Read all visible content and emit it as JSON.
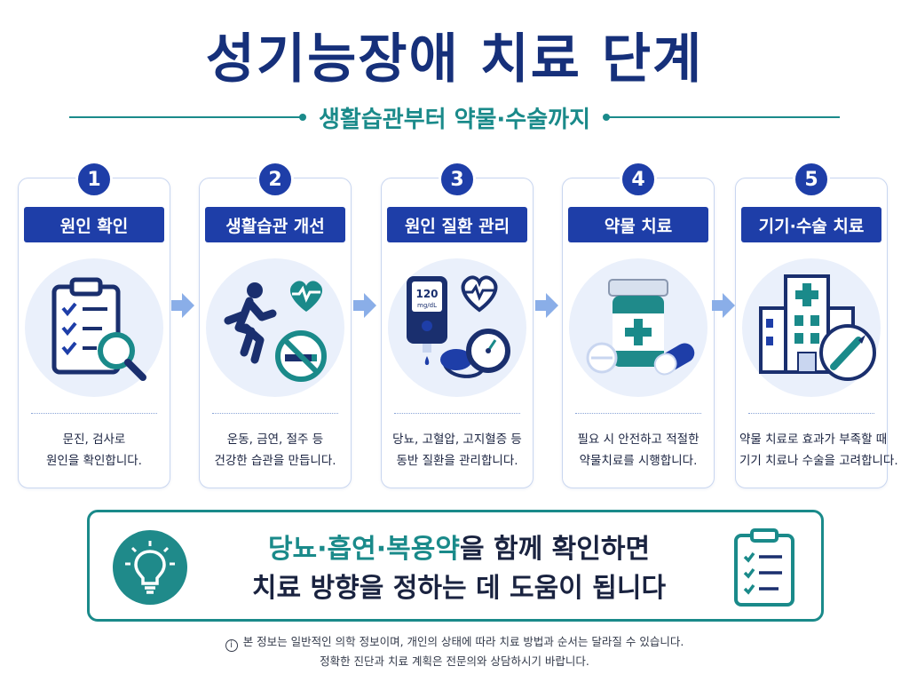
{
  "title": "성기능장애 치료 단계",
  "subtitle": "생활습관부터 약물·수술까지",
  "steps": [
    {
      "number": "1",
      "label": "원인 확인",
      "icon": "clipboard-magnifier-icon",
      "desc1": "문진, 검사로",
      "desc2": "원인을 확인합니다."
    },
    {
      "number": "2",
      "label": "생활습관 개선",
      "icon": "running-heart-no-smoking-icon",
      "desc1": "운동, 금연, 절주 등",
      "desc2": "건강한 습관을 만듭니다."
    },
    {
      "number": "3",
      "label": "원인 질환 관리",
      "icon": "glucose-meter-blood-pressure-icon",
      "desc1": "당뇨, 고혈압, 고지혈증 등",
      "desc2": "동반 질환을 관리합니다.",
      "meter_value": "120",
      "meter_unit": "mg/dL"
    },
    {
      "number": "4",
      "label": "약물 치료",
      "icon": "medicine-bottle-pills-icon",
      "desc1": "필요 시 안전하고 적절한",
      "desc2": "약물치료를 시행합니다."
    },
    {
      "number": "5",
      "label": "기기·수술 치료",
      "icon": "hospital-scalpel-icon",
      "desc1": "약물 치료로 효과가 부족할 때",
      "desc2": "기기 치료나 수술을 고려합니다."
    }
  ],
  "banner": {
    "highlight": "당뇨·흡연·복용약",
    "line1_rest": "을 함께 확인하면",
    "line2": "치료 방향을 정하는 데 도움이 됩니다"
  },
  "footnote": {
    "line1": "본 정보는 일반적인 의학 정보이며, 개인의 상태에 따라 치료 방법과 순서는 달라질 수 있습니다.",
    "line2": "정확한 진단과 치료 계획은 전문의와 상담하시기 바랍니다.",
    "info_symbol": "i"
  },
  "colors": {
    "navy": "#1e3ea8",
    "teal": "#1a8a8a",
    "title": "#16307a"
  }
}
